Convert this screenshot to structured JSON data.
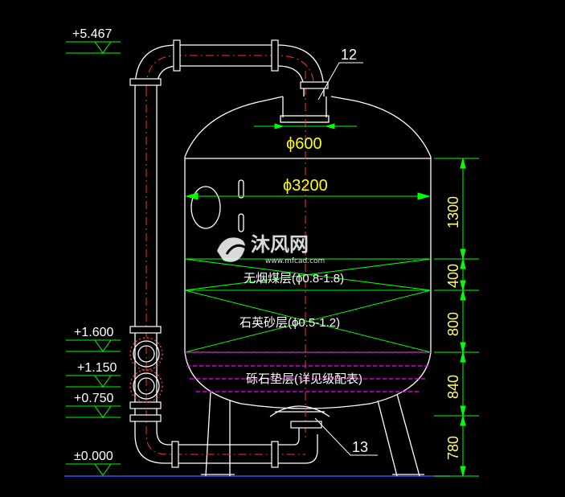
{
  "elevations": [
    "+5.467",
    "+1.600",
    "+1.150",
    "+0.750",
    "±0.000"
  ],
  "callouts": {
    "top_outlet": "12",
    "bottom_nozzle": "13"
  },
  "diameters": {
    "outlet": "ϕ600",
    "tank": "ϕ3200"
  },
  "layers": {
    "anthracite": "无烟煤层(ϕ0.8-1.8)",
    "quartz_sand": "石英砂层(ϕ0.5-1.2)",
    "gravel": "砾石垫层(详见级配表)"
  },
  "vertical_dimensions": [
    "1300",
    "400",
    "800",
    "840",
    "780"
  ],
  "watermark": {
    "text": "沐风网",
    "url": "www.mfcad.com"
  },
  "colors": {
    "background": "#000000",
    "outline": "#ffffff",
    "dimension": "#00ff00",
    "centerline": "#ff0000",
    "gravel": "#ff00ff",
    "text": "#ffff00",
    "ground": "#0000ff"
  }
}
